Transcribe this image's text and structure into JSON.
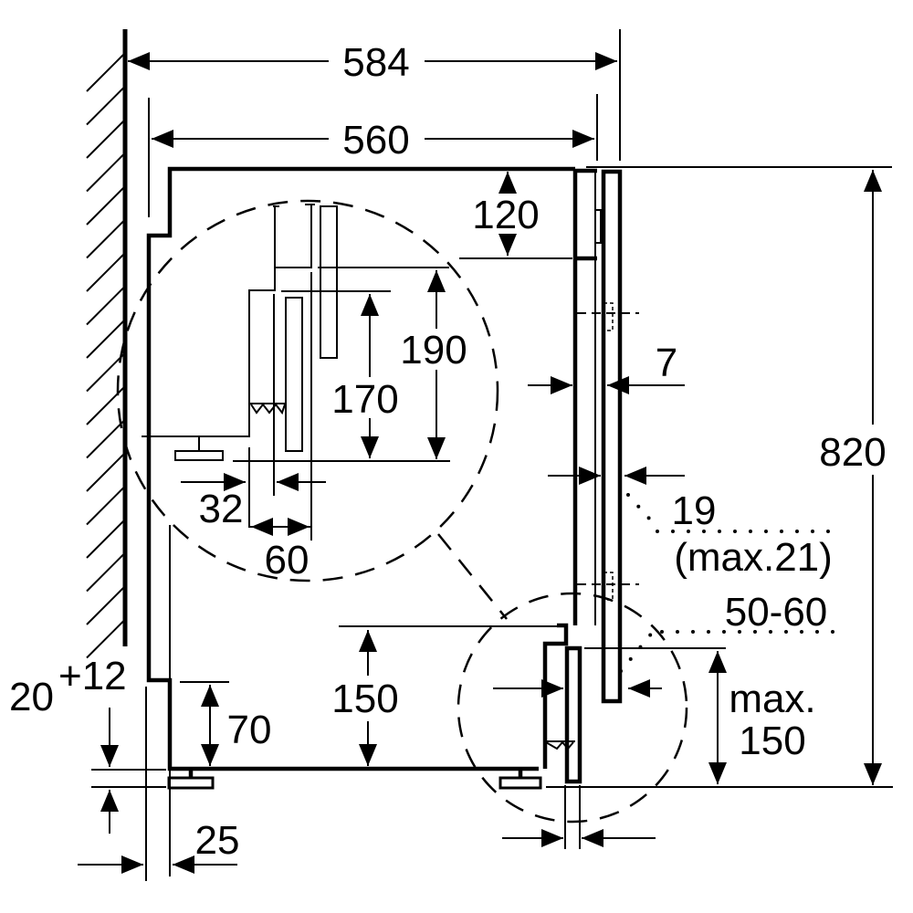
{
  "diagram": {
    "title": "Built-in appliance installation dimensions (mm)",
    "colors": {
      "ink": "#000000",
      "background": "#ffffff"
    },
    "dimensions": {
      "overall_depth": "584",
      "appliance_depth": "560",
      "top_gap": "120",
      "height": "820",
      "inner_height_190": "190",
      "inner_height_170": "170",
      "inset_32": "32",
      "width_60": "60",
      "door_gap": "7",
      "panel_thickness": "19",
      "panel_thickness_max": "(max.21)",
      "overlap": "50-60",
      "plinth_height_max_label": "max.",
      "plinth_height_max_value": "150",
      "plinth_150": "150",
      "foot_70": "70",
      "foot_adjust_base": "20",
      "foot_adjust_plus": "+12",
      "rear_gap": "25"
    }
  }
}
